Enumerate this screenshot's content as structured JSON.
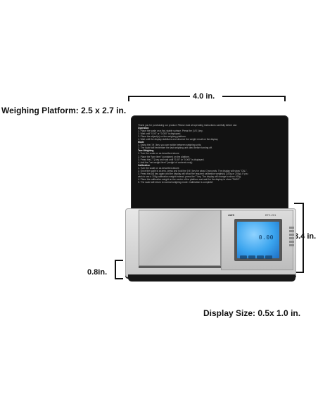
{
  "dimensions": {
    "width": "4.0 in.",
    "platform": "Weighing Platform:  2.5 x 2.7 in.",
    "height": "3.4 in.",
    "depth": "0.8in.",
    "display": "Display Size: 0.5x 1.0 in."
  },
  "scale": {
    "brand": "AWS",
    "model": "BT2-201",
    "lcd_reading": "0.00",
    "lcd_color": "#3aa4ee",
    "lid_color": "#121212"
  },
  "instructions": [
    "Thank you for purchasing our product. Please read all operating instructions carefully before use.",
    "Operation",
    "1. Place the scale on a flat, stable surface. Press the [ I/O ] key.",
    "2. Wait until \"0.00\" or \"0.000\" is displayed.",
    "3. Place the object(s) on the weighing platform.",
    "4. Wait until the display stabilizes and observe the weight result on the display.",
    "Mode",
    "1. Using the [ M ] key, you can switch between weighing units.",
    "2. The scale will remember the last weighing unit used before turning off.",
    "Tare Weighing",
    "1. Turn the scale on as described above.",
    "2. Place the \"tare item\" (container) on the platform.",
    "3. Press the [ T ] key and wait until \"0.00\" or \"0.000\" is displayed.",
    "4. Add the \"net-weight-item\" (weight of contents only).",
    "Calibration",
    "1. Turn the scale on as described above.",
    "2. Once the scale is at zero, press and hold the [ M ] key for about 3 seconds. The display will show \"CAL\".",
    "3. Press the [M] key again and the display will show the required calibration weight(s) (100g or 200g). If you",
    "   wish to use a 100g calibration weight instead, press the T key. The display will change to show 100g.",
    "4. Place the calibration weight on the center of the platform and wait for the display to show \"PASS\".",
    "5. The scale will return to normal weighing mode. Calibration is complete!"
  ]
}
